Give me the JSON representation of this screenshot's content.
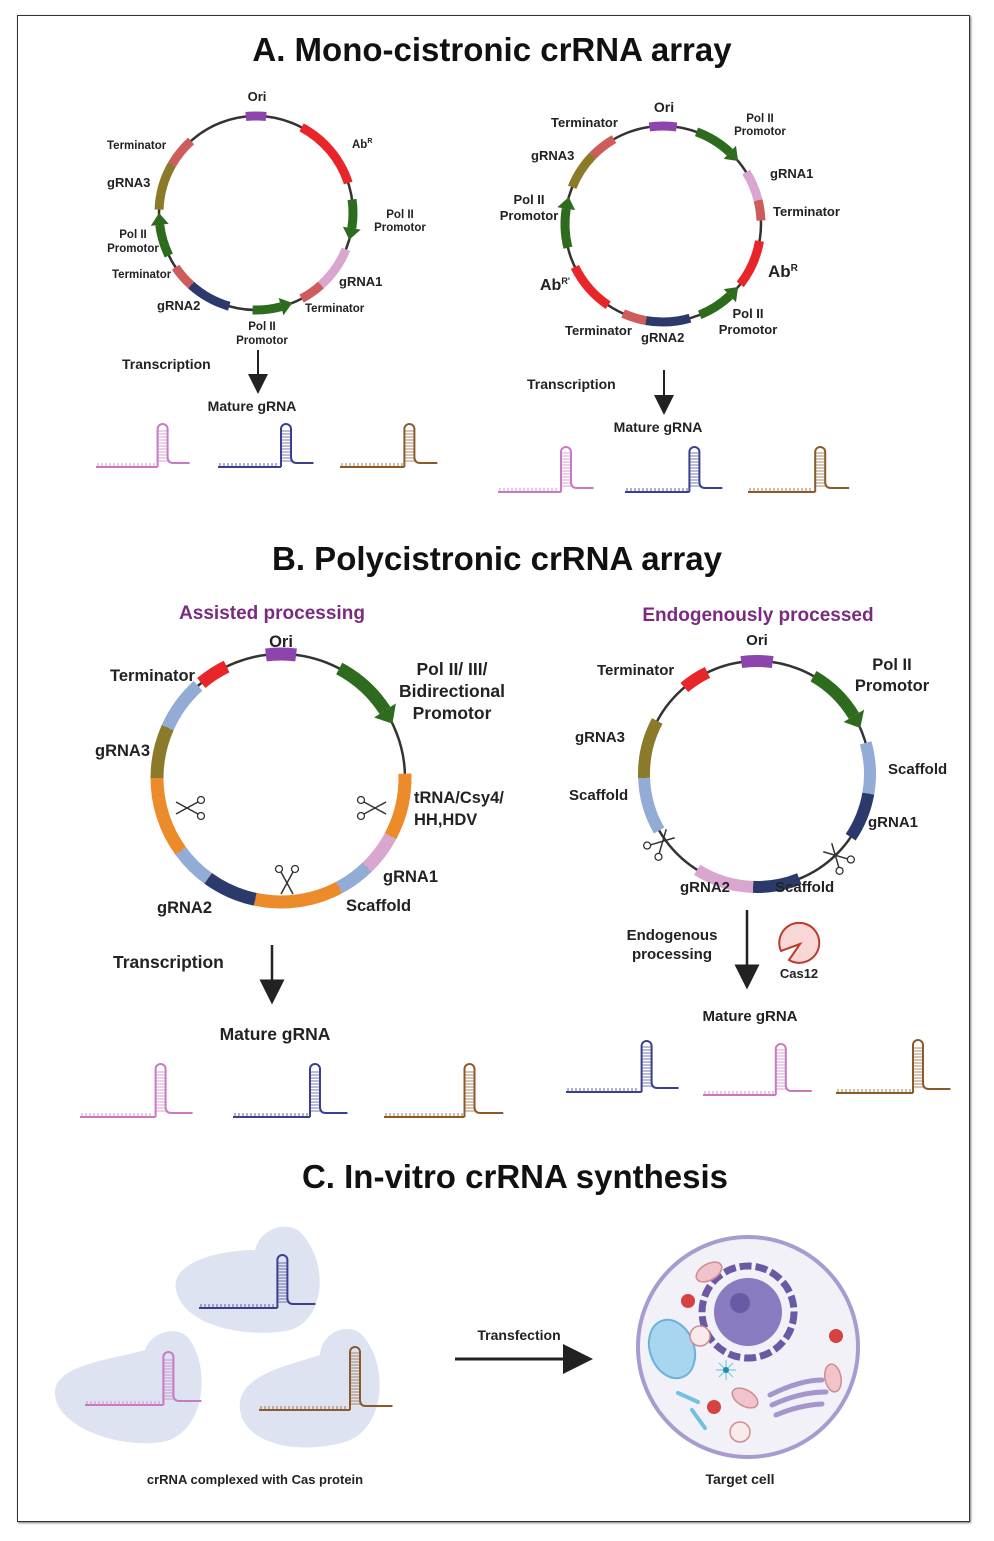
{
  "sections": {
    "a": {
      "title": "A. Mono-cistronic crRNA array",
      "plasmid_left": {
        "labels": {
          "ori": "Ori",
          "ab": "Ab",
          "ab_sup": "R",
          "promoter1": [
            "Pol II",
            "Promotor"
          ],
          "grna1": "gRNA1",
          "term1": "Terminator",
          "promoter2": [
            "Pol II",
            "Promotor"
          ],
          "grna2": "gRNA2",
          "term2": "Terminator",
          "promoter3": [
            "Pol II",
            "Promotor"
          ],
          "grna3": "gRNA3",
          "term3": "Terminator"
        }
      },
      "plasmid_right": {
        "labels": {
          "ori": "Ori",
          "promoter1": [
            "Pol II",
            "Promotor"
          ],
          "grna1": "gRNA1",
          "term1": "Terminator",
          "ab": "Ab",
          "ab_sup": "R",
          "promoter2": [
            "Pol II",
            "Promotor"
          ],
          "grna2": "gRNA2",
          "term2": "Terminator",
          "ab2": "Ab",
          "ab2_sup": "R'",
          "promoter3": [
            "Pol II",
            "Promotor"
          ],
          "grna3": "gRNA3",
          "term3": "Terminator"
        }
      },
      "transcription": "Transcription",
      "mature": "Mature gRNA"
    },
    "b": {
      "title": "B. Polycistronic crRNA array",
      "assisted": {
        "subtitle": "Assisted processing",
        "labels": {
          "ori": "Ori",
          "terminator": "Terminator",
          "promoter": [
            "Pol II/ III/",
            "Bidirectional",
            "Promotor"
          ],
          "processing": [
            "tRNA/Csy4/",
            "HH,HDV"
          ],
          "grna1": "gRNA1",
          "scaffold": "Scaffold",
          "grna2": "gRNA2",
          "grna3": "gRNA3"
        },
        "transcription": "Transcription",
        "mature": "Mature gRNA"
      },
      "endogenous": {
        "subtitle": "Endogenously processed",
        "labels": {
          "ori": "Ori",
          "terminator": "Terminator",
          "promoter": [
            "Pol II",
            "Promotor"
          ],
          "scaffold1": "Scaffold",
          "grna1": "gRNA1",
          "scaffold2": "Scaffold",
          "grna2": "gRNA2",
          "scaffold3": "Scaffold",
          "grna3": "gRNA3"
        },
        "processing": [
          "Endogenous",
          "processing"
        ],
        "enzyme": "Cas12",
        "mature": "Mature gRNA"
      }
    },
    "c": {
      "title": "C. In-vitro crRNA synthesis",
      "transfection": "Transfection",
      "complex_caption": "crRNA complexed with Cas protein",
      "cell_caption": "Target cell"
    }
  },
  "colors": {
    "ori": "#8e44ad",
    "antibiotic": "#e8262a",
    "promoter": "#2e6b1f",
    "terminator": "#cd5c5c",
    "grna1": "#d9a6cf",
    "grna2": "#2b3a6b",
    "grna3": "#8b7a2a",
    "scaffold": "#93acd6",
    "processing": "#ec8b2a",
    "term_red": "#e8262a",
    "rna_pink": "#c879c4",
    "rna_blue": "#3b3f8f",
    "rna_brown": "#8a5a2b",
    "protein": "#dde3f1",
    "subtitle": "#7b2a82"
  }
}
